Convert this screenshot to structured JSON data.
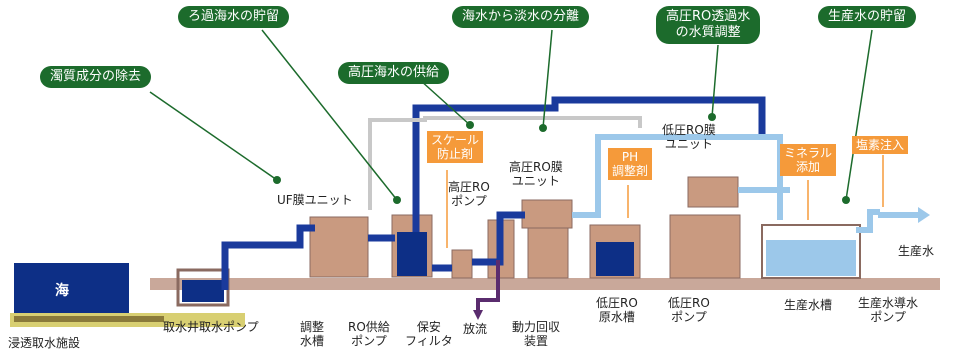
{
  "callouts": {
    "turbidity": "濁質成分の除去",
    "filtered_storage": "ろ過海水の貯留",
    "hp_supply": "高圧海水の供給",
    "separation": "海水から淡水の分離",
    "quality_adjust": "高圧RO透過水\nの水質調整",
    "product_storage": "生産水の貯留"
  },
  "chemicals": {
    "scale": "スケール\n防止剤",
    "ph": "PH\n調整剤",
    "mineral": "ミネラル\n添加",
    "chlorine": "塩素注入"
  },
  "units": {
    "uf": "UF膜ユニット",
    "hp_ro_pump": "高圧RO\nポンプ",
    "hp_ro_unit": "高圧RO膜\nユニット",
    "lp_ro_unit": "低圧RO膜\nユニット",
    "product_water": "生産水"
  },
  "bottom_labels": {
    "intake": "浸透取水施設",
    "well_pump": "取水井取水ポンプ",
    "adjust_tank": "調整\n水槽",
    "ro_supply_pump": "RO供給\nポンプ",
    "cartridge_filter": "保安\nフィルタ",
    "discharge": "放流",
    "energy_recovery": "動力回収\n装置",
    "lp_ro_raw_tank": "低圧RO\n原水槽",
    "lp_ro_pump": "低圧RO\nポンプ",
    "product_tank": "生産水槽",
    "product_pump": "生産水導水\nポンプ"
  },
  "sea": "海",
  "colors": {
    "callout_green": "#1c6b2c",
    "pipe_blue": "#1a3a9c",
    "light_blue": "#9cc8ea",
    "chemical_orange": "#f59a3a",
    "tank_brown": "#c99a80",
    "discharge_purple": "#5a2c6e"
  }
}
